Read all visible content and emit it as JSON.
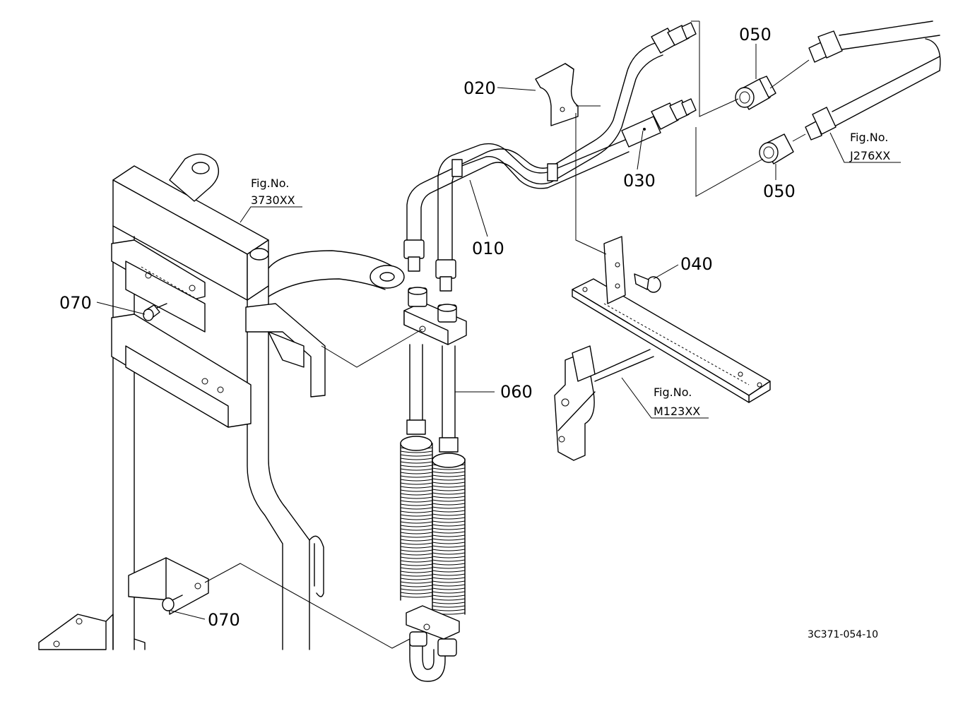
{
  "diagram": {
    "drawing_code": "3C371-054-10",
    "callouts": [
      {
        "id": "010",
        "label": "010"
      },
      {
        "id": "020",
        "label": "020"
      },
      {
        "id": "030",
        "label": "030"
      },
      {
        "id": "040",
        "label": "040"
      },
      {
        "id": "050a",
        "label": "050"
      },
      {
        "id": "050b",
        "label": "050"
      },
      {
        "id": "060",
        "label": "060"
      },
      {
        "id": "070a",
        "label": "070"
      },
      {
        "id": "070b",
        "label": "070"
      }
    ],
    "figure_refs": [
      {
        "title": "Fig.No.",
        "code": "3730XX"
      },
      {
        "title": "Fig.No.",
        "code": "J276XX"
      },
      {
        "title": "Fig.No.",
        "code": "M123XX"
      }
    ]
  }
}
